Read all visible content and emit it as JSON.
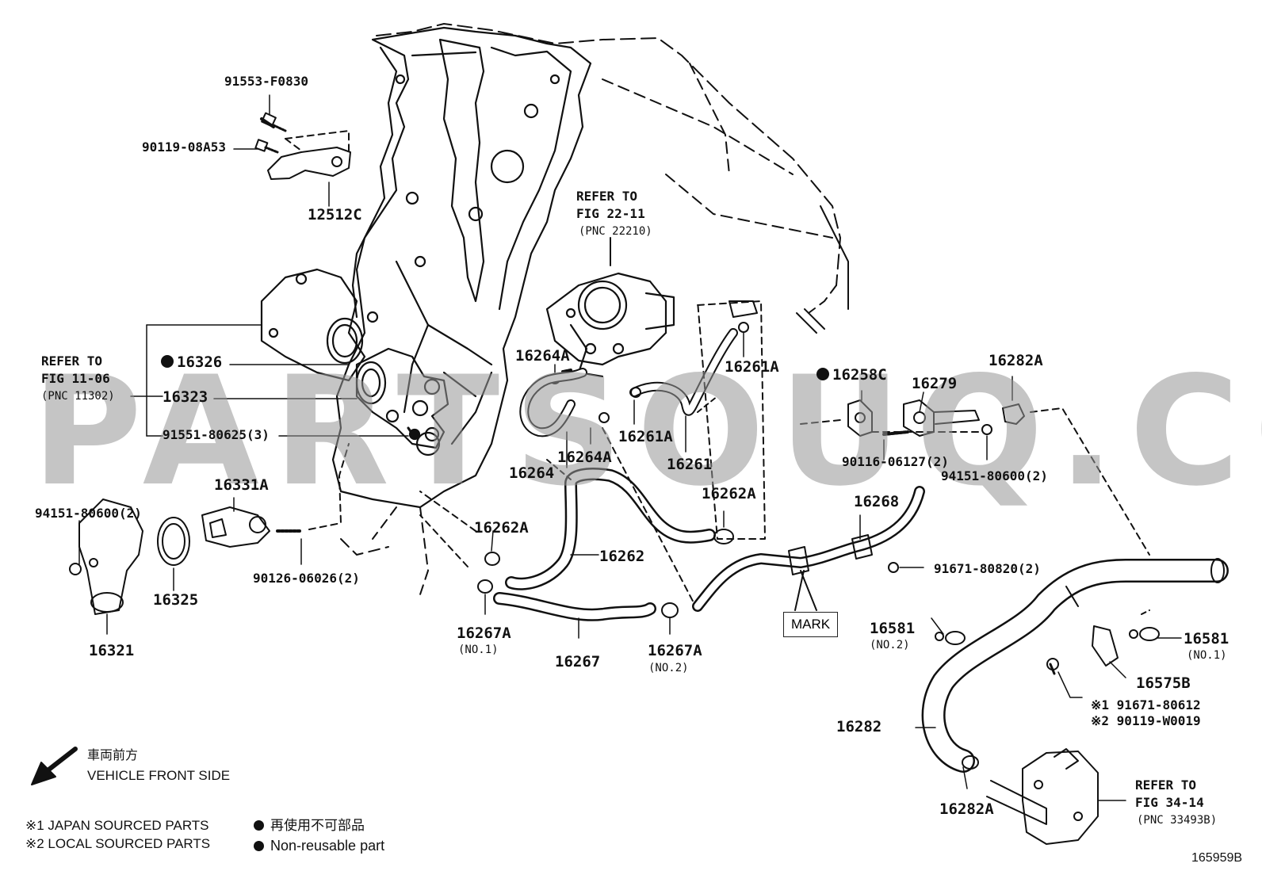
{
  "watermark": "PARTSOUQ.COM",
  "figure_id": "165959B",
  "mark_label": "MARK",
  "refs": {
    "fig22": {
      "l1": "REFER TO",
      "l2": "FIG 22-11",
      "l3": "(PNC 22210)"
    },
    "fig11": {
      "l1": "REFER TO",
      "l2": "FIG 11-06",
      "l3": "(PNC 11302)"
    },
    "fig34": {
      "l1": "REFER TO",
      "l2": "FIG 34-14",
      "l3": "(PNC 33493B)"
    }
  },
  "parts": {
    "p91553": "91553-F0830",
    "p90119a": "90119-08A53",
    "p12512c": "12512C",
    "p16326": "16326",
    "p16323": "16323",
    "p91551": "91551-80625(3)",
    "p16331a": "16331A",
    "p94151l": "94151-80600(2)",
    "p16325": "16325",
    "p90126": "90126-06026(2)",
    "p16321": "16321",
    "p16264a_1": "16264A",
    "p16264a_2": "16264A",
    "p16264": "16264",
    "p16261a_1": "16261A",
    "p16261a_2": "16261A",
    "p16261": "16261",
    "p16262a_1": "16262A",
    "p16262a_2": "16262A",
    "p16262": "16262",
    "p16267a_1": "16267A",
    "p16267a_1n": "(NO.1)",
    "p16267": "16267",
    "p16267a_2": "16267A",
    "p16267a_2n": "(NO.2)",
    "p16258c": "16258C",
    "p16279": "16279",
    "p16282a_1": "16282A",
    "p90116": "90116-06127(2)",
    "p94151r": "94151-80600(2)",
    "p16268": "16268",
    "p91671": "91671-80820(2)",
    "p16581_1": "16581",
    "p16581_1n": "(NO.2)",
    "p16581_2": "16581",
    "p16581_2n": "(NO.1)",
    "p16575b": "16575B",
    "p91671b": "※1 91671-80612",
    "p90119b": "※2 90119-W0019",
    "p16282": "16282",
    "p16282a_2": "16282A"
  },
  "legend": {
    "front_jp": "車両前方",
    "front_en": "VEHICLE FRONT SIDE",
    "note1": "※1 JAPAN SOURCED PARTS",
    "note2": "※2 LOCAL SOURCED PARTS",
    "nonreuse_jp": "再使用不可部品",
    "nonreuse_en": "Non-reusable part"
  }
}
